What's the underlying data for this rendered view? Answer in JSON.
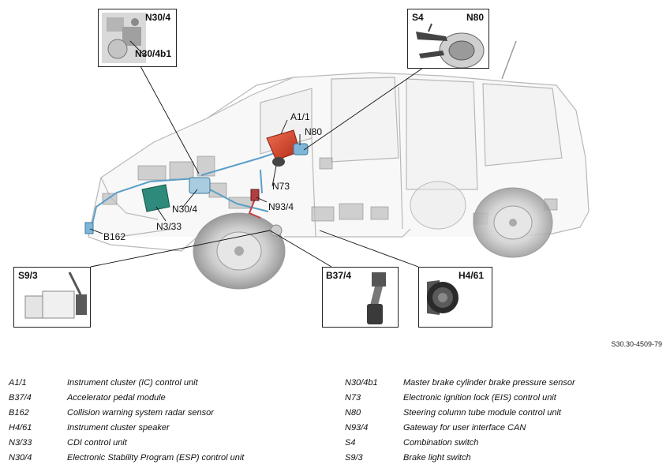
{
  "callouts": {
    "n30_4": {
      "tag_a": "N30/4",
      "tag_b": "N30/4b1"
    },
    "s4_n80": {
      "tag_a": "S4",
      "tag_b": "N80"
    },
    "s9_3": {
      "tag": "S9/3"
    },
    "b37_4": {
      "tag": "B37/4"
    },
    "h4_61": {
      "tag": "H4/61"
    }
  },
  "labels": {
    "a1_1": "A1/1",
    "n80": "N80",
    "n73": "N73",
    "n93_4": "N93/4",
    "n30_4": "N30/4",
    "n3_33": "N3/33",
    "b162": "B162"
  },
  "reference": "S30.30-4509-79",
  "legend": {
    "left": [
      {
        "code": "A1/1",
        "desc": "Instrument cluster (IC) control unit"
      },
      {
        "code": "B37/4",
        "desc": "Accelerator pedal module"
      },
      {
        "code": "B162",
        "desc": "Collision warning system radar sensor"
      },
      {
        "code": "H4/61",
        "desc": "Instrument cluster speaker"
      },
      {
        "code": "N3/33",
        "desc": "CDI control unit"
      },
      {
        "code": "N30/4",
        "desc": "Electronic Stability Program (ESP) control unit"
      }
    ],
    "right": [
      {
        "code": "N30/4b1",
        "desc": "Master brake cylinder brake pressure sensor"
      },
      {
        "code": "N73",
        "desc": "Electronic ignition lock (EIS) control unit"
      },
      {
        "code": "N80",
        "desc": "Steering column tube module control unit"
      },
      {
        "code": "N93/4",
        "desc": "Gateway for user interface CAN"
      },
      {
        "code": "S4",
        "desc": "Combination switch"
      },
      {
        "code": "S9/3",
        "desc": "Brake light switch"
      }
    ]
  },
  "colors": {
    "ic_unit": "#d8412a",
    "cdi_unit": "#2e8a7a",
    "can_wire": "#5aa0c8",
    "gateway_wire": "#c84040"
  }
}
